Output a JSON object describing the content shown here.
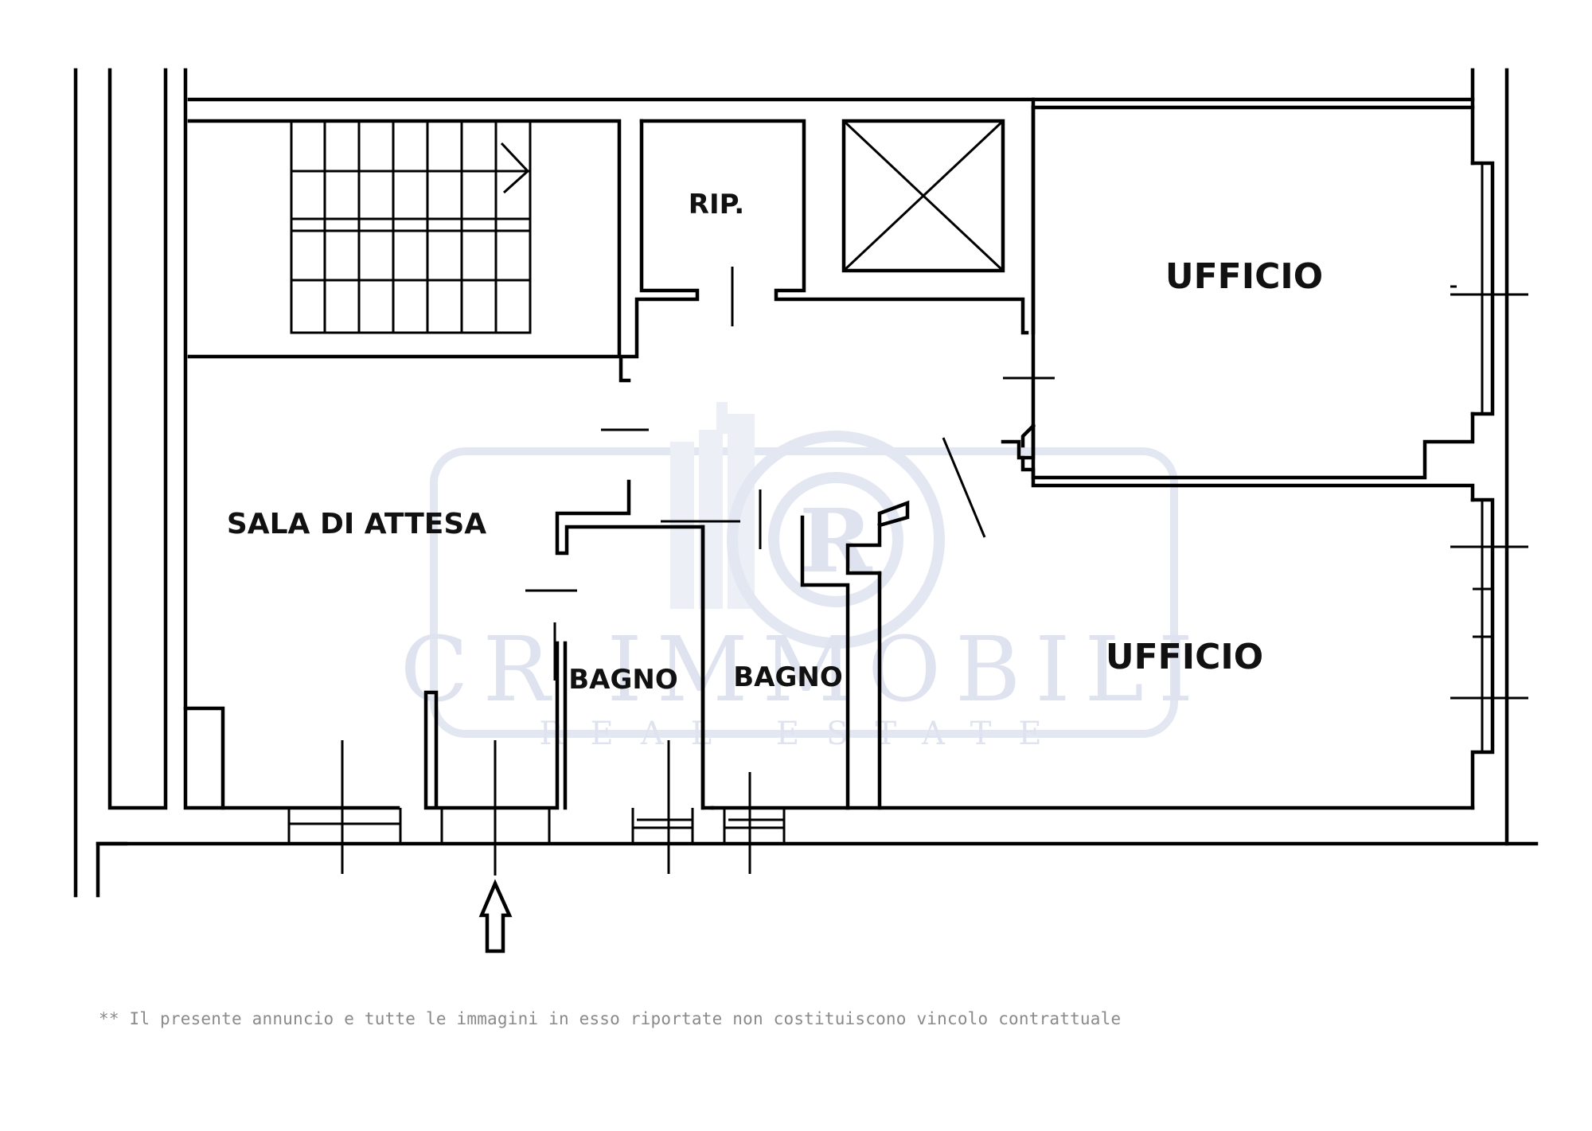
{
  "rooms": {
    "rip": "RIP.",
    "ufficio_top": "UFFICIO",
    "sala": "SALA DI ATTESA",
    "bagno_1": "BAGNO",
    "bagno_2": "BAGNO",
    "ufficio_bottom": "UFFICIO"
  },
  "watermark": {
    "brand": "CR IMMOBILI",
    "tagline": "REAL ESTATE",
    "monogram": "R"
  },
  "disclaimer": "** Il presente annuncio e tutte le immagini in esso riportate non costituiscono vincolo contrattuale",
  "colors": {
    "line": "#000000",
    "watermark": "#dfe3ef",
    "disclaimer": "#8a8a8a"
  }
}
